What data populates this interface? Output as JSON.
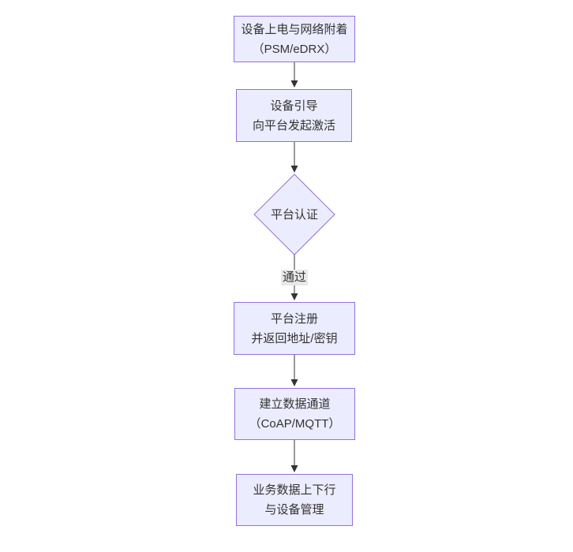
{
  "flowchart": {
    "type": "flowchart-top-down",
    "colors": {
      "background": "#ffffff",
      "node_fill": "#ECECFF",
      "node_border": "#9370DB",
      "text": "#333333",
      "arrow": "#333333",
      "edge_label_bg": "#e8e8e8"
    },
    "nodes": [
      {
        "id": "A",
        "type": "rect",
        "label": "设备上电与网络附着\n（PSM/eDRX）"
      },
      {
        "id": "B",
        "type": "rect",
        "label": "设备引导\n向平台发起激活"
      },
      {
        "id": "C",
        "type": "diamond",
        "label": "平台认证"
      },
      {
        "id": "D",
        "type": "rect",
        "label": "平台注册\n并返回地址/密钥"
      },
      {
        "id": "E",
        "type": "rect",
        "label": "建立数据通道\n（CoAP/MQTT）"
      },
      {
        "id": "F",
        "type": "rect",
        "label": "业务数据上下行\n与设备管理"
      }
    ],
    "edges": [
      {
        "from": "A",
        "to": "B",
        "label": ""
      },
      {
        "from": "B",
        "to": "C",
        "label": ""
      },
      {
        "from": "C",
        "to": "D",
        "label": "通过"
      },
      {
        "from": "D",
        "to": "E",
        "label": ""
      },
      {
        "from": "E",
        "to": "F",
        "label": ""
      }
    ]
  }
}
